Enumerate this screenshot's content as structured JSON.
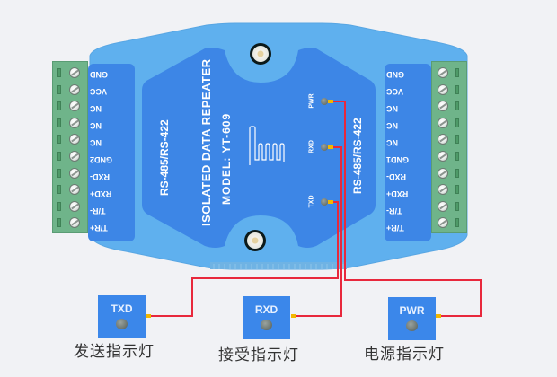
{
  "device": {
    "title": "ISOLATED DATA REPEATER",
    "model": "MODEL: YT-609",
    "left_protocol": "RS-485/RS-422",
    "right_protocol": "RS-485/RS-422",
    "logo_icon": "antenna-logo-icon"
  },
  "left_pins": [
    "GND",
    "VCC",
    "NC",
    "NC",
    "NC",
    "GND2",
    "RXD-",
    "RXD+",
    "T/R-",
    "T/R+"
  ],
  "right_pins": [
    "GND",
    "VCC",
    "NC",
    "NC",
    "NC",
    "GND1",
    "RXD-",
    "RXD+",
    "T/R-",
    "T/R+"
  ],
  "leds": [
    {
      "id": "pwr",
      "label": "PWR"
    },
    {
      "id": "rxd",
      "label": "RXD"
    },
    {
      "id": "txd",
      "label": "TXD"
    }
  ],
  "indicators": [
    {
      "id": "txd",
      "title": "TXD",
      "caption": "发送指示灯"
    },
    {
      "id": "rxd",
      "title": "RXD",
      "caption": "接受指示灯"
    },
    {
      "id": "pwr",
      "title": "PWR",
      "caption": "电源指示灯"
    }
  ],
  "colors": {
    "background": "#f1f2f5",
    "housing": "#5fb0ee",
    "panel": "#3d86e6",
    "terminal": "#6fb48a",
    "wire": "#e8283c",
    "pad": "#f3b800"
  }
}
